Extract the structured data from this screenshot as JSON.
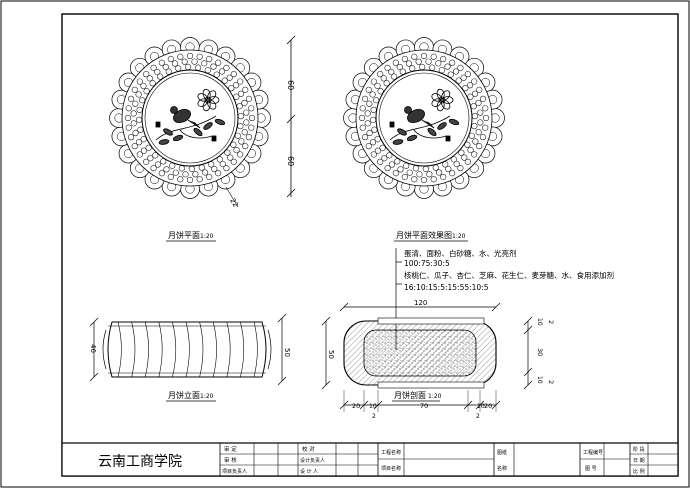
{
  "views": {
    "plan_label": "月饼平面",
    "plan_scale": "1:20",
    "plan_effect_label": "月饼平面效果图",
    "plan_effect_scale": "1:20",
    "elevation_label": "月饼立面",
    "elevation_scale": "1:20",
    "section_label": "月饼剖面",
    "section_scale": "1:20"
  },
  "dimensions": {
    "plan_upper": "60",
    "plan_lower": "60",
    "plan_edge": "22",
    "elev_height_left": "46",
    "elev_height_right": "50",
    "sec_height_left": "50",
    "sec_width_top": "120",
    "sec_bottom_segments": [
      "20",
      "10",
      "70",
      "10",
      "20"
    ],
    "sec_bottom_small": [
      "2",
      "2"
    ],
    "sec_right_top": "2",
    "sec_right_mid": "30",
    "sec_right_bot": "2",
    "sec_right_small_a": "10",
    "sec_right_small_b": "10"
  },
  "notes": {
    "line1": "蛋清、面粉、白砂糖、水、光亮剂",
    "line2": "100:75:30:5",
    "line3": "核桃仁、瓜子、杏仁、芝麻、花生仁、麦芽糖、水、食用添加剂",
    "line4": "16:10:15:5:15:55:10:5"
  },
  "title_block": {
    "school": "云南工商学院",
    "r1c1": "审 定",
    "r2c1": "审 核",
    "r3c1": "项目负责人",
    "r1c2": "校 对",
    "r2c2": "设计负责人",
    "r3c2": "设 计 人",
    "project": "工程名称",
    "subitem": "项目名称",
    "drawing_label": "图纸",
    "name_label": "名称",
    "proj_no": "工程编号",
    "drawing_no": "图 号",
    "phase": "阶 段",
    "date": "日 期",
    "scale": "比 例"
  }
}
